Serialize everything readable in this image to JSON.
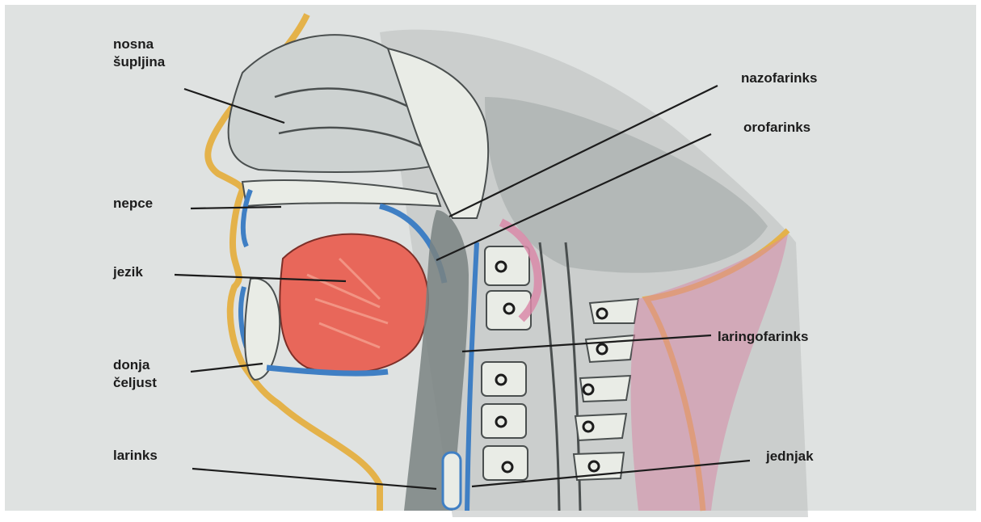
{
  "labels": {
    "nasal_cavity": [
      "nosna",
      "šupljina"
    ],
    "palate": "nepce",
    "tongue": "jezik",
    "mandible": [
      "donja",
      "čeljust"
    ],
    "larynx": "larinks",
    "nasopharynx": "nazofarinks",
    "oropharynx": "orofarinks",
    "laryngopharynx": "laringofarinks",
    "esophagus": "jednjak"
  },
  "colors": {
    "background": "#dfe2e1",
    "skin_edge": "#e4b24a",
    "tongue": "#e8675a",
    "muscle_pink": "#d98aa8",
    "blue_mucosa": "#3f7fc4",
    "bone": "#e9ece6",
    "soft_tissue": "#8f9796",
    "label_text": "#1c1c1c"
  }
}
